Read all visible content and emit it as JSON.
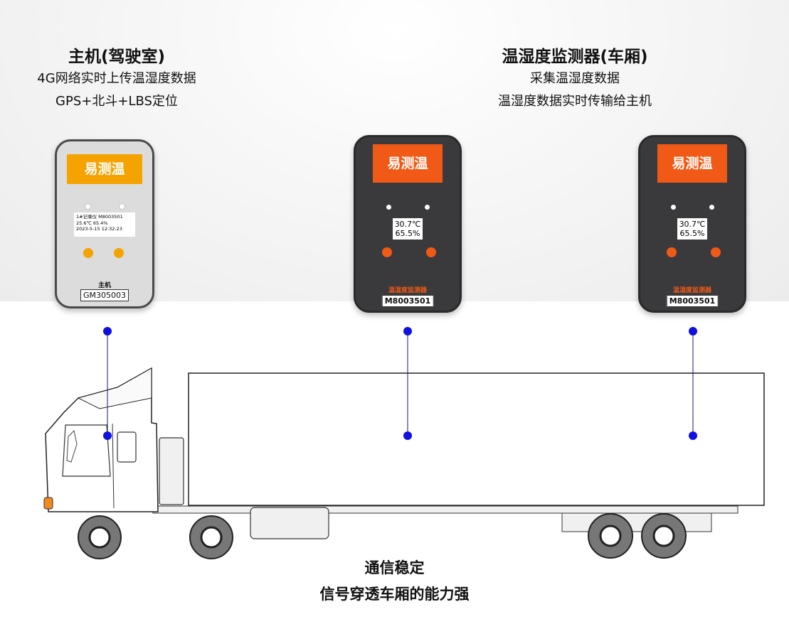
{
  "left": {
    "title": "主机(驾驶室)",
    "line1": "4G网络实时上传温湿度数据",
    "line2": "GPS+北斗+LBS定位"
  },
  "right": {
    "title": "温湿度监测器(车厢)",
    "line1": "采集温湿度数据",
    "line2": "温湿度数据实时传输给主机"
  },
  "host_device": {
    "brand": "易测温",
    "screen_line1": "1#记录仪 M8003501",
    "screen_line2": "25.6℃ 65.4%",
    "screen_line3": "2023-5-15 12:32:23",
    "name": "主机",
    "serial": "GM305003"
  },
  "sensor_devices": [
    {
      "brand": "易测温",
      "temp": "30.7℃",
      "humidity": "65.5%",
      "name": "温湿度监测器",
      "serial": "M8003501"
    },
    {
      "brand": "易测温",
      "temp": "30.7℃",
      "humidity": "65.5%",
      "name": "温湿度监测器",
      "serial": "M8003501"
    }
  ],
  "bottom": {
    "line1": "通信稳定",
    "line2": "信号穿透车厢的能力强"
  },
  "colors": {
    "accent_orange": "#f05a16",
    "host_orange": "#f5a300",
    "connector_blue": "#1010e0"
  }
}
